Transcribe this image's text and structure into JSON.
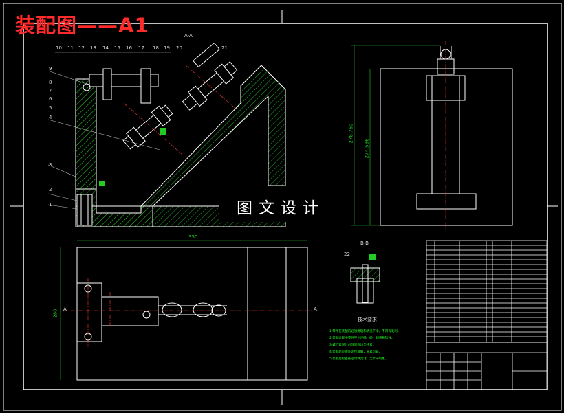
{
  "header": {
    "title": "装配图——A1"
  },
  "watermark": {
    "text": "图文设计"
  },
  "section_labels": {
    "aa": "A-A",
    "bb": "B-B",
    "a_left": "A",
    "a_right": "A"
  },
  "dimensions": {
    "d1": "350",
    "d2": "280",
    "d3": "278.769",
    "d4": "274.586"
  },
  "part_numbers": [
    "1",
    "2",
    "3",
    "4",
    "5",
    "6",
    "7",
    "8",
    "9",
    "10",
    "11",
    "12",
    "13",
    "14",
    "15",
    "16",
    "17",
    "18",
    "19",
    "20",
    "21",
    "22"
  ],
  "tech_requirements": {
    "title": "技术要求",
    "lines": [
      "1.零件在装配前必须清理和清洗干净，不得有毛刺。",
      "2.装配过程中零件不允许磕、碰、划伤和锈蚀。",
      "3.螺钉紧固时必须对称均匀拧紧。",
      "4.装配后应保证定位准确，夹紧可靠。",
      "5.装配后检查各运动件灵活，无卡滞现象。"
    ]
  },
  "colors": {
    "title": "#ff2a2a",
    "lines": "#ffffff",
    "hatch": "#22cc22",
    "centerline": "#ff3b3b",
    "notes": "#22ff22",
    "dims": "#22cc22"
  }
}
